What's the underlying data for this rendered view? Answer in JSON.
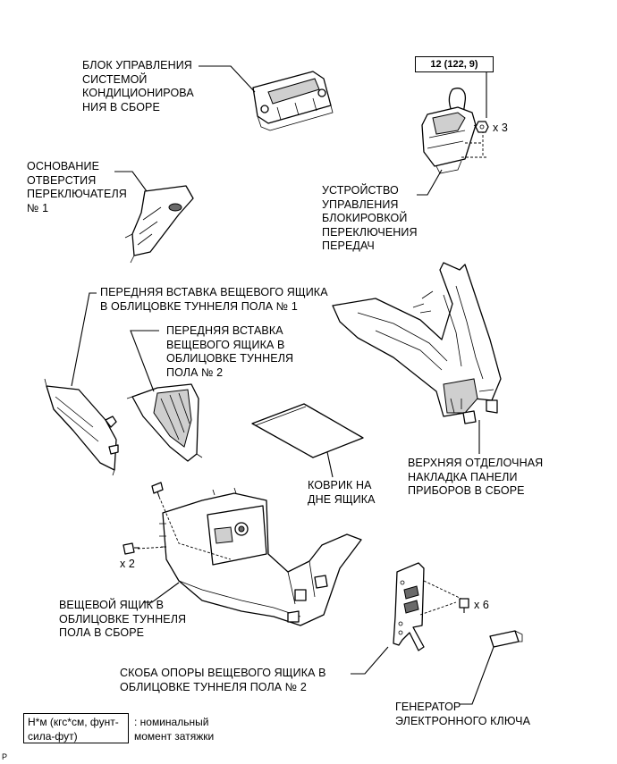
{
  "labels": {
    "ac_control": "БЛОК УПРАВЛЕНИЯ\nСИСТЕМОЙ\nКОНДИЦИОНИРОВА\nНИЯ В СБОРЕ",
    "switch_base": "ОСНОВАНИЕ\nОТВЕРСТИЯ\nПЕРЕКЛЮЧАТЕЛЯ\n№ 1",
    "shift_lock": "УСТРОЙСТВО\nУПРАВЛЕНИЯ\nБЛОКИРОВКОЙ\nПЕРЕКЛЮЧЕНИЯ\nПЕРЕДАЧ",
    "front_insert_1": "ПЕРЕДНЯЯ ВСТАВКА ВЕЩЕВОГО ЯЩИКА\nВ ОБЛИЦОВКЕ ТУННЕЛЯ ПОЛА № 1",
    "front_insert_2": "ПЕРЕДНЯЯ ВСТАВКА\nВЕЩЕВОГО ЯЩИКА В\nОБЛИЦОВКЕ ТУННЕЛЯ\nПОЛА № 2",
    "mat": "КОВРИК НА\nДНЕ ЯЩИКА",
    "upper_panel": "ВЕРХНЯЯ ОТДЕЛОЧНАЯ\nНАКЛАДКА ПАНЕЛИ\nПРИБОРОВ В СБОРЕ",
    "console_box": "ВЕЩЕВОЙ ЯЩИК В\nОБЛИЦОВКЕ ТУННЕЛЯ\nПОЛА В СБОРЕ",
    "bracket_2": "СКОБА ОПОРЫ ВЕЩЕВОГО ЯЩИКА В\nОБЛИЦОВКЕ ТУННЕЛЯ ПОЛА № 2",
    "key_oscillator": "ГЕНЕРАТОР\nЭЛЕКТРОННОГО КЛЮЧА"
  },
  "torque": {
    "value": "12 (122, 9)"
  },
  "quantities": {
    "nut_x3": "x 3",
    "screw_x2": "x 2",
    "screw_x6": "x 6"
  },
  "legend": {
    "box": "Н*м (кгс*см, фунт-\nсила-фут)",
    "text": ": номинальный\nмомент затяжки"
  },
  "ref_mark": "P"
}
